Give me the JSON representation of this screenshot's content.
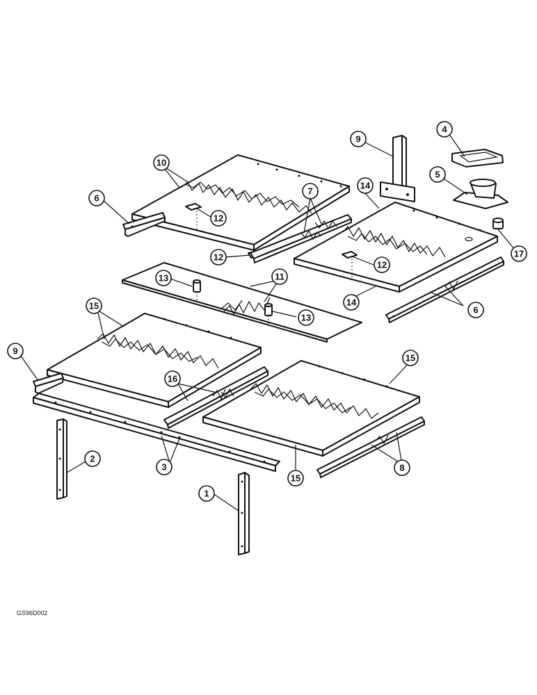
{
  "figure_code": "GS96D002",
  "callouts": [
    {
      "id": "c1",
      "label": "1"
    },
    {
      "id": "c2",
      "label": "2"
    },
    {
      "id": "c3",
      "label": "3"
    },
    {
      "id": "c4",
      "label": "4"
    },
    {
      "id": "c5",
      "label": "5"
    },
    {
      "id": "c6a",
      "label": "6"
    },
    {
      "id": "c6b",
      "label": "6"
    },
    {
      "id": "c7",
      "label": "7"
    },
    {
      "id": "c8",
      "label": "8"
    },
    {
      "id": "c9a",
      "label": "9"
    },
    {
      "id": "c9b",
      "label": "9"
    },
    {
      "id": "c10",
      "label": "10"
    },
    {
      "id": "c11",
      "label": "11"
    },
    {
      "id": "c12a",
      "label": "12"
    },
    {
      "id": "c12b",
      "label": "12"
    },
    {
      "id": "c12c",
      "label": "12"
    },
    {
      "id": "c13a",
      "label": "13"
    },
    {
      "id": "c13b",
      "label": "13"
    },
    {
      "id": "c14a",
      "label": "14"
    },
    {
      "id": "c14b",
      "label": "14"
    },
    {
      "id": "c15a",
      "label": "15"
    },
    {
      "id": "c15b",
      "label": "15"
    },
    {
      "id": "c15c",
      "label": "15"
    },
    {
      "id": "c16",
      "label": "16"
    },
    {
      "id": "c17",
      "label": "17"
    }
  ]
}
